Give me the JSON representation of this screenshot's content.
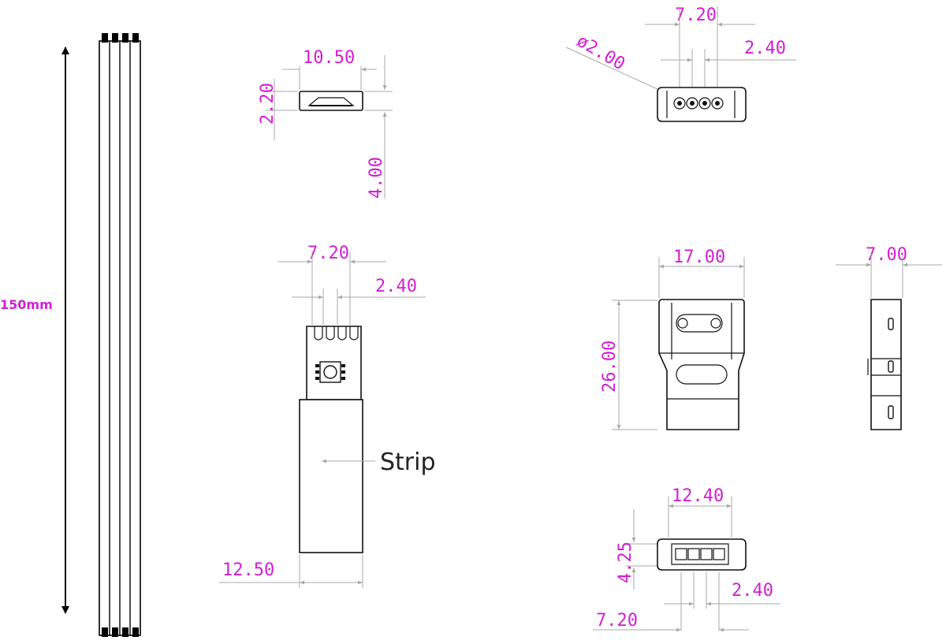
{
  "cable": {
    "length_label": "150mm"
  },
  "strip_top_view": {
    "width": "10.50",
    "height": "2.20",
    "offset": "4.00"
  },
  "strip_front_view": {
    "pitch_total": "7.20",
    "pin_pitch": "2.40",
    "width": "12.50",
    "label": "Strip"
  },
  "connector_end_view": {
    "pitch_total": "7.20",
    "pin_pitch": "2.40",
    "hole_diameter": "ø2.00"
  },
  "connector_top_view": {
    "width": "17.00",
    "height": "26.00"
  },
  "connector_side_view": {
    "thickness": "7.00"
  },
  "connector_bottom_view": {
    "width": "12.40",
    "height": "4.25",
    "pin_pitch": "2.40",
    "pitch_total": "7.20"
  },
  "colors": {
    "dimension": "#d21fd2",
    "extension_line": "#a8a8a8",
    "outline": "#111111"
  }
}
